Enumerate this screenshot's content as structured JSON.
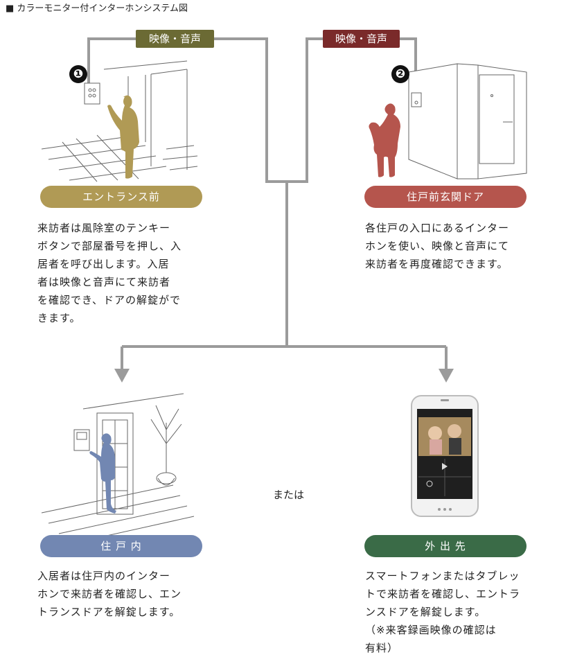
{
  "title": "■ カラーモニター付インターホンシステム図",
  "tags": {
    "left": "映像・音声",
    "right": "映像・音声"
  },
  "badges": {
    "one": "❶",
    "two": "❷"
  },
  "nodes": {
    "entrance": {
      "label": "エントランス前",
      "color": "#b09a55",
      "desc": "来訪者は風除室のテンキー\nボタンで部屋番号を押し、入\n居者を呼び出します。入居\n者は映像と音声にて来訪者\nを確認でき、ドアの解錠がで\nきます。"
    },
    "front_door": {
      "label": "住戸前玄関ドア",
      "color": "#b5554d",
      "desc": "各住戸の入口にあるインター\nホンを使い、映像と音声にて\n来訪者を再度確認できます。"
    },
    "inside": {
      "label": "住 戸 内",
      "color": "#7287b2",
      "desc": "入居者は住戸内のインター\nホンで来訪者を確認し、エン\nトランスドアを解錠します。"
    },
    "outside": {
      "label": "外 出 先",
      "color": "#3a6b47",
      "desc": "スマートフォンまたはタブレッ\nトで来訪者を確認し、エントラ\nンスドアを解錠します。\n（※来客録画映像の確認は\n有料）"
    }
  },
  "or_text": "または",
  "colors": {
    "line": "#9b9b9b",
    "tag_left": "#6b6a34",
    "tag_right": "#7a2a2a"
  }
}
